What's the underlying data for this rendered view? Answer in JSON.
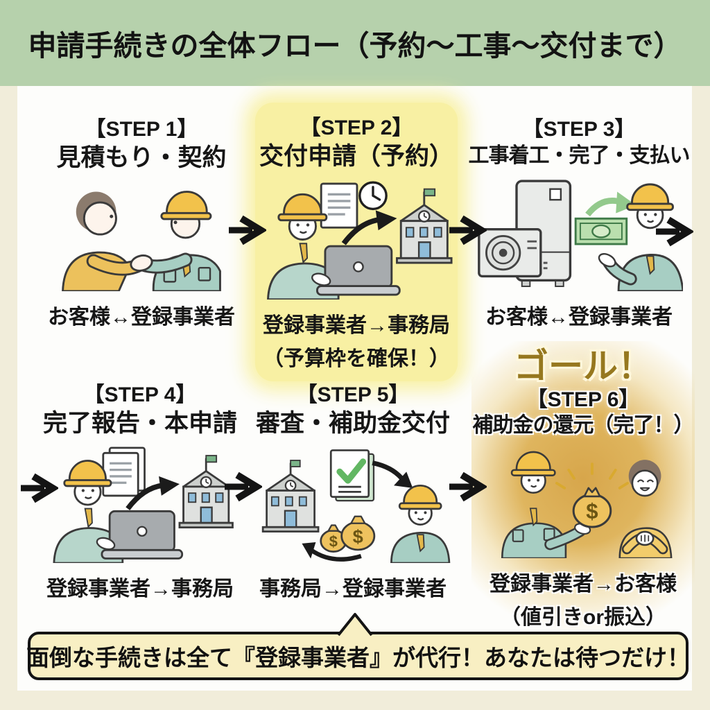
{
  "header": {
    "title": "申請手続きの全体フロー（予約～工事～交付まで）"
  },
  "steps": [
    {
      "step_label": "【STEP 1】",
      "title": "見積もり・契約",
      "caption": "お客様↔登録事業者",
      "illustration": "customer-contractor-handshake-scene",
      "highlighted": false
    },
    {
      "step_label": "【STEP 2】",
      "title": "交付申請（予約）",
      "caption": "登録事業者→事務局",
      "caption2": "（予算枠を確保！）",
      "illustration": "online-application-to-office-scene",
      "highlighted": true
    },
    {
      "step_label": "【STEP 3】",
      "title": "工事着工・完了・支払い",
      "caption": "お客様↔登録事業者",
      "illustration": "installation-and-payment-scene",
      "highlighted": false
    },
    {
      "step_label": "【STEP 4】",
      "title": "完了報告・本申請",
      "caption": "登録事業者→事務局",
      "illustration": "completion-report-to-office-scene",
      "highlighted": false
    },
    {
      "step_label": "【STEP 5】",
      "title": "審査・補助金交付",
      "caption": "事務局→登録事業者",
      "illustration": "office-grants-subsidy-scene",
      "highlighted": false
    },
    {
      "step_label": "【STEP 6】",
      "title": "補助金の還元（完了！）",
      "caption": "登録事業者→お客様",
      "caption2": "（値引きor振込）",
      "goal_label": "ゴール！",
      "illustration": "worker-refunds-customer-scene",
      "highlighted": true
    }
  ],
  "footer": {
    "banner_text": "面倒な手続きは全て『登録事業者』が代行！あなたは待つだけ！"
  },
  "icons": {
    "dollar": "$",
    "flow_arrow": "→",
    "bidirectional_arrow": "↔"
  },
  "colors": {
    "header_bg": "#b6d1ac",
    "page_bg": "#f1edda",
    "panel_bg": "#fdfdfb",
    "step2_highlight": "#f8f0a3",
    "step6_gold": "#d7a64b",
    "goal_text": "#96781f",
    "banner_bg": "#f8efc3",
    "banner_border": "#141414",
    "text": "#161616",
    "helmet": "#f2c24b",
    "jacket_teal": "#a7cec3",
    "sweater_orange": "#ecc15c",
    "money_green": "#badfae",
    "money_bag_gold": "#eec25e",
    "check_green": "#62b763"
  }
}
